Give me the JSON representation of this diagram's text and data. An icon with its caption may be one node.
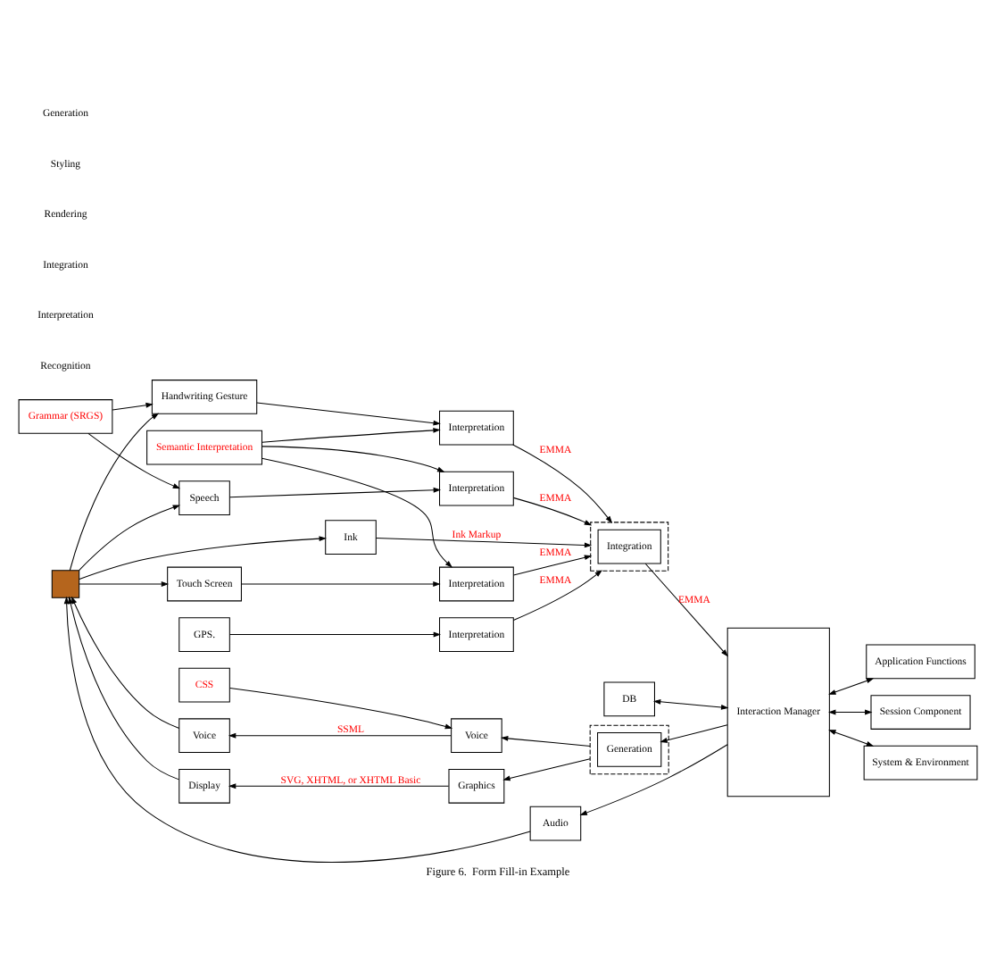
{
  "diagram": {
    "caption": "Figure 6.  Form Fill-in Example",
    "nodes": [
      {
        "text": [
          "Grammar (SRGS)"
        ]
      },
      {
        "text": [
          "Semantic Interpretation"
        ]
      },
      {
        "text": [
          "Speech"
        ]
      },
      {
        "text": [
          "Interpretation"
        ]
      },
      {
        "text": [
          "Handwriting Gesture"
        ]
      },
      {
        "text": [
          "Interpretation"
        ]
      },
      {
        "text": [
          "Ink"
        ]
      },
      {
        "text": [
          "Touch Screen"
        ]
      },
      {
        "text": [
          "Interpretation"
        ]
      },
      {
        "text": [
          "GPS."
        ]
      },
      {
        "text": [
          "Interpretation"
        ]
      },
      {
        "text": [],
        "shape": "box"
      },
      {
        "text": [
          "Integration"
        ],
        "in": 11
      },
      {
        "text": [
          "DB"
        ]
      },
      {
        "text": [
          "Interaction Manager"
        ]
      },
      {
        "text": [
          "Application Functions"
        ]
      },
      {
        "text": [
          "Session Component"
        ]
      },
      {
        "text": [
          "System & Environment"
        ]
      },
      {
        "text": [],
        "shape": "person"
      },
      {
        "text": [
          "Audio"
        ]
      },
      {
        "text": [
          "Voice"
        ]
      },
      {
        "text": [
          "Display"
        ]
      },
      {
        "text": [
          "CSS"
        ]
      },
      {
        "text": [
          "Voice"
        ]
      },
      {
        "text": [
          "Graphics"
        ]
      },
      {
        "text": [],
        "shape": "box"
      },
      {
        "text": [
          "Generation"
        ],
        "in": 25
      }
    ],
    "edges": [
      {
        "from": 0,
        "to": 2,
        "arrow": "to"
      },
      {
        "from": 0,
        "to": 4,
        "arrow": "to"
      },
      {
        "from": 1,
        "to": 3,
        "arrow": "to"
      },
      {
        "from": 1,
        "to": 5,
        "arrow": "to"
      },
      {
        "from": 1,
        "to": 8,
        "arrow": "to"
      },
      {
        "from": 18,
        "to": 2,
        "arrow": "to"
      },
      {
        "from": 18,
        "to": 4,
        "arrow": "to"
      },
      {
        "from": 18,
        "to": 6,
        "arrow": "to"
      },
      {
        "from": 18,
        "to": 7,
        "arrow": "to"
      },
      {
        "from": 2,
        "to": 3,
        "arrow": "to"
      },
      {
        "from": 4,
        "to": 5,
        "arrow": "to"
      },
      {
        "from": 7,
        "to": 8,
        "arrow": "to"
      },
      {
        "from": 9,
        "to": 10,
        "arrow": "to"
      },
      {
        "from": 3,
        "to": 11,
        "label": "EMMA",
        "arrow": "to"
      },
      {
        "from": 5,
        "to": 11,
        "label": "EMMA",
        "arrow": "to"
      },
      {
        "from": 6,
        "to": 11,
        "label": "Ink Markup",
        "arrow": "to"
      },
      {
        "from": 8,
        "to": 11,
        "label": "EMMA",
        "arrow": "to"
      },
      {
        "from": 10,
        "to": 11,
        "label": "EMMA",
        "arrow": "to"
      },
      {
        "from": 12,
        "to": 14,
        "label": "EMMA",
        "arrow": "to"
      },
      {
        "from": 13,
        "to": 14,
        "arrow": "both"
      },
      {
        "from": 14,
        "to": 15,
        "arrow": "both"
      },
      {
        "from": 14,
        "to": 16,
        "arrow": "both"
      },
      {
        "from": 14,
        "to": 17,
        "arrow": "both"
      },
      {
        "from": 14,
        "to": 19,
        "arrow": "to"
      },
      {
        "from": 14,
        "to": 26,
        "arrow": "to"
      },
      {
        "from": 25,
        "to": 23,
        "arrow": "to"
      },
      {
        "from": 25,
        "to": 24,
        "arrow": "to"
      },
      {
        "from": 22,
        "to": 23,
        "arrow": "to"
      },
      {
        "from": 23,
        "to": 20,
        "label": "SSML",
        "arrow": "to"
      },
      {
        "from": 24,
        "to": 21,
        "label": "SVG, XHTML, or XHTML Basic",
        "arrow": "to"
      },
      {
        "from": 19,
        "to": 18,
        "arrow": "to"
      },
      {
        "from": 20,
        "to": 18,
        "arrow": "to"
      },
      {
        "from": 21,
        "to": 18,
        "arrow": "to"
      }
    ],
    "labels": [
      "Recognition",
      "Interpretation",
      "Integration",
      "Rendering",
      "Styling",
      "Generation"
    ]
  }
}
